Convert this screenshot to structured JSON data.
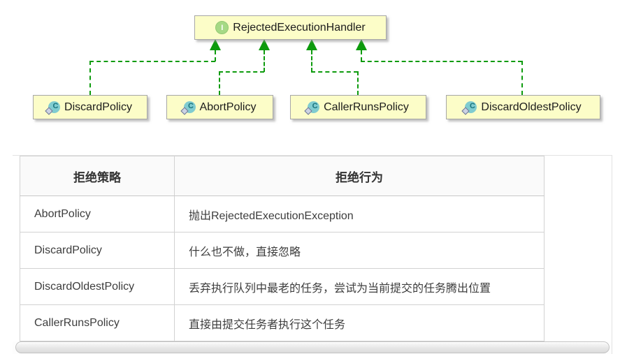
{
  "diagram": {
    "interface_node": {
      "label": "RejectedExecutionHandler",
      "icon_letter": "I"
    },
    "class_icon_letter": "C",
    "classes": [
      {
        "label": "DiscardPolicy"
      },
      {
        "label": "AbortPolicy"
      },
      {
        "label": "CallerRunsPolicy"
      },
      {
        "label": "DiscardOldestPolicy"
      }
    ],
    "colors": {
      "node_fill": "#fcfdc8",
      "node_border": "#a7a7a7",
      "edge_green": "#0d9b0d",
      "interface_icon_fill": "#a6d985",
      "class_icon_fill": "#80ccd0"
    }
  },
  "table": {
    "headers": {
      "policy": "拒绝策略",
      "behavior": "拒绝行为"
    },
    "rows": [
      {
        "policy": "AbortPolicy",
        "behavior": "抛出RejectedExecutionException"
      },
      {
        "policy": "DiscardPolicy",
        "behavior": "什么也不做，直接忽略"
      },
      {
        "policy": "DiscardOldestPolicy",
        "behavior": "丢弃执行队列中最老的任务，尝试为当前提交的任务腾出位置"
      },
      {
        "policy": "CallerRunsPolicy",
        "behavior": "直接由提交任务者执行这个任务"
      }
    ]
  }
}
